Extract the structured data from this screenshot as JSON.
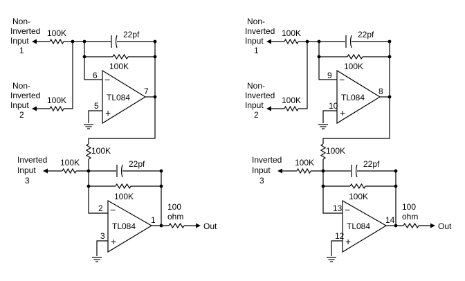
{
  "colors": {
    "wire": "#000000",
    "background": "#ffffff"
  },
  "circuits": [
    {
      "stage1": {
        "in1": [
          "Non-",
          "Inverted",
          "Input",
          "1"
        ],
        "in2": [
          "Non-",
          "Inverted",
          "Input",
          "2"
        ],
        "r_in1": "100K",
        "r_in2": "100K",
        "cap": "22pf",
        "r_fb": "100K",
        "pin_minus": "6",
        "pin_plus": "5",
        "pin_out": "7",
        "chip": "TL084",
        "minus": "−",
        "plus": "+"
      },
      "r_couple": "100K",
      "stage2": {
        "in3": [
          "Inverted",
          "Input",
          "3"
        ],
        "r_in3": "100K",
        "cap": "22pf",
        "r_fb": "100K",
        "pin_minus": "2",
        "pin_plus": "3",
        "pin_out": "1",
        "chip": "TL084",
        "minus": "−",
        "plus": "+"
      },
      "r_out": [
        "100",
        "ohm"
      ],
      "out": "Out"
    },
    {
      "stage1": {
        "in1": [
          "Non-",
          "Inverted",
          "Input",
          "1"
        ],
        "in2": [
          "Non-",
          "Inverted",
          "Input",
          "2"
        ],
        "r_in1": "100K",
        "r_in2": "100K",
        "cap": "22pf",
        "r_fb": "100K",
        "pin_minus": "9",
        "pin_plus": "10",
        "pin_out": "8",
        "chip": "TL084",
        "minus": "−",
        "plus": "+"
      },
      "r_couple": "100K",
      "stage2": {
        "in3": [
          "Inverted",
          "Input",
          "3"
        ],
        "r_in3": "100K",
        "cap": "22pf",
        "r_fb": "100K",
        "pin_minus": "13",
        "pin_plus": "12",
        "pin_out": "14",
        "chip": "TL084",
        "minus": "−",
        "plus": "+"
      },
      "r_out": [
        "100",
        "ohm"
      ],
      "out": "Out"
    }
  ]
}
